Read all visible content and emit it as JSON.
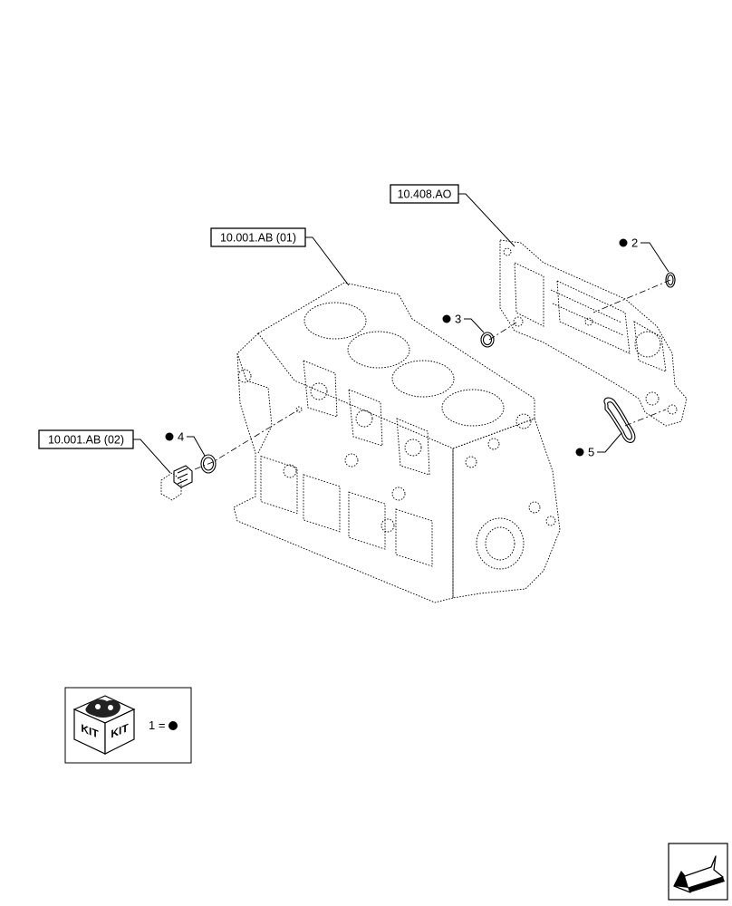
{
  "references": {
    "ref_block_01": "10.001.AB (01)",
    "ref_block_02": "10.001.AB (02)",
    "ref_manifold": "10.408.AO"
  },
  "callouts": {
    "c2": "2",
    "c3": "3",
    "c4": "4",
    "c5": "5"
  },
  "kit_legend": {
    "kit_label_left": "KIT",
    "kit_label_right": "KIT",
    "equation": "1 ="
  },
  "nav": {
    "icon": "arrow-icon"
  }
}
